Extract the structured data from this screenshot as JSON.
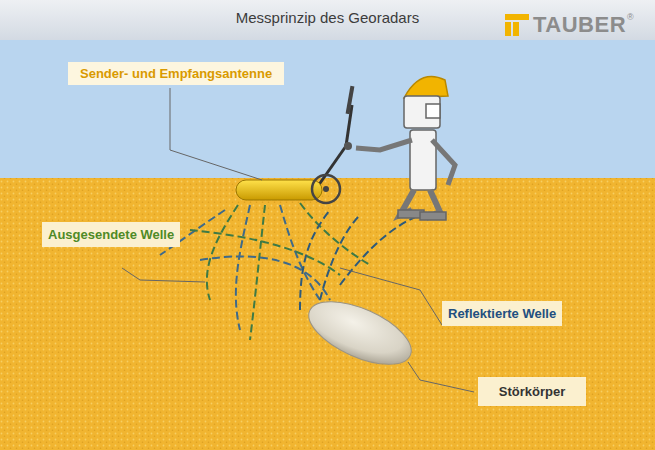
{
  "diagram": {
    "title": "Messprinzip des Georadars",
    "nodes": [
      {
        "text": [
          "Sender- und Empfangsantenne"
        ]
      },
      {
        "text": [
          "Ausgesendete Welle"
        ]
      },
      {
        "text": [
          "Reflektierte Welle"
        ]
      },
      {
        "text": [
          "Störkörper"
        ]
      }
    ],
    "labels": [
      "TAUBER",
      "®"
    ]
  }
}
